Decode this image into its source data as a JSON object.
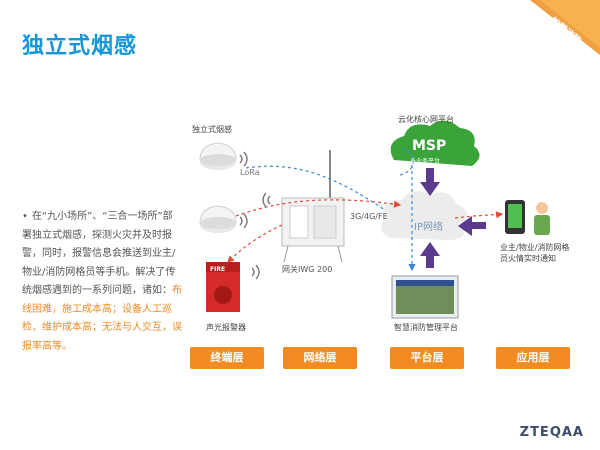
{
  "slide": {
    "title": "独立式烟感",
    "corner_tag": "智慧消防",
    "bullet": {
      "intro": "在“九小场所”、“三合一场所”部署独立式烟感，探测火灾并及时报警，同时，报警信息会推送到业主/物业/消防网格员等手机。解决了传统烟感遇到的一系列问题，诸如：",
      "highlight": "布线困难，施工成本高；设备人工巡检，维护成本高；无法与人交互，误报率高等。"
    },
    "labels": {
      "smoke_detector_group": "独立式烟感",
      "lora": "LoRa",
      "gateway": "网关IWG 200",
      "network_types": "3G/4G/FE",
      "cloud_platform": "云化核心网平台",
      "msp": "MSP",
      "msp_sub": "多业务平台",
      "ip_network": "IP网络",
      "alarm": "声光报警器",
      "alarm_device_text": "FIRE",
      "platform": "智慧消防管理平台",
      "notify": "业主/物业/消防网格员火情实时通知"
    },
    "layers": [
      "终端层",
      "网络层",
      "平台层",
      "应用层"
    ],
    "logo": "ZTEQAA",
    "colors": {
      "title": "#1596d8",
      "accent_orange": "#f28c22",
      "msp_green": "#3aa33a",
      "arrow_purple": "#5a3a8c",
      "link_red": "#e04a3a",
      "link_blue": "#3a8ad8"
    }
  }
}
